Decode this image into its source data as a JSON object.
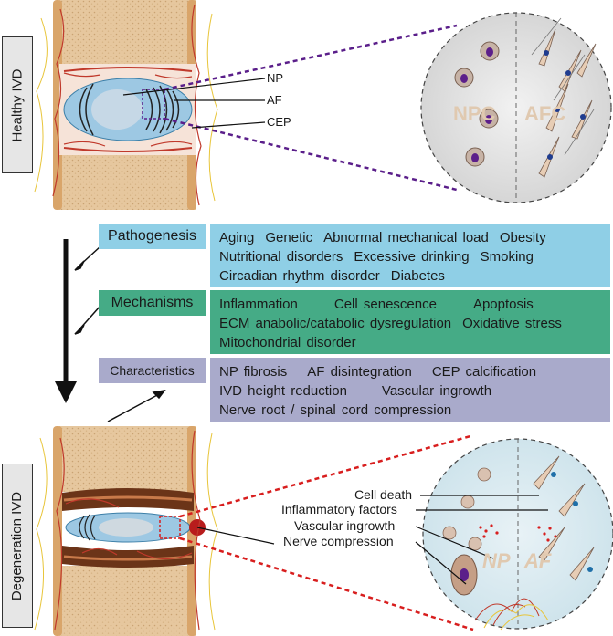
{
  "labels": {
    "healthy": "Healthy IVD",
    "degeneration": "Degeneration IVD",
    "np": "NP",
    "af": "AF",
    "cep": "CEP",
    "npc": "NPC",
    "afc": "AFC",
    "np_deg": "NP",
    "af_deg": "AF",
    "cell_death": "Cell death",
    "inflammatory": "Inflammatory factors",
    "vascular": "Vascular ingrowth",
    "nerve": "Nerve compression"
  },
  "colors": {
    "bone": "#e7c9a0",
    "disc": "#9dc8e3",
    "pathogenesis": "#8fcfe6",
    "mechanisms": "#45ab86",
    "characteristics": "#a9aacb",
    "np_dash": "#5a1e8a",
    "deg_dash": "#d81e1e"
  },
  "rows": [
    {
      "title": "Pathogenesis",
      "lines": [
        [
          "Aging",
          "Genetic",
          "Abnormal mechanical load",
          "Obesity"
        ],
        [
          "Nutritional disorders",
          "Excessive drinking",
          "Smoking"
        ],
        [
          "Circadian rhythm disorder",
          "Diabetes"
        ]
      ]
    },
    {
      "title": "Mechanisms",
      "lines": [
        [
          "Inflammation",
          "Cell senescence",
          "Apoptosis"
        ],
        [
          "ECM anabolic/catabolic dysregulation",
          "Oxidative stress"
        ],
        [
          "Mitochondrial disorder"
        ]
      ]
    },
    {
      "title": "Characteristics",
      "lines": [
        [
          "NP fibrosis",
          "AF disintegration",
          "CEP calcification"
        ],
        [
          "IVD height reduction",
          "Vascular ingrowth"
        ],
        [
          "Nerve root / spinal cord compression"
        ]
      ]
    }
  ]
}
